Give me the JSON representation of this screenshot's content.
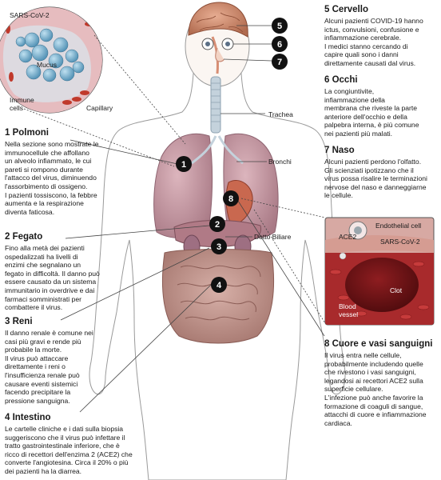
{
  "callouts": {
    "sarscov2_inset": "SARS-CoV-2",
    "mucus": "Mucus",
    "immune_cells": "Immune\ncells",
    "capillary": "Capillary",
    "trachea": "Trachea",
    "bronchi": "Bronchi",
    "dotto_biliare": "Dotto Biliare",
    "endothelial_cell": "Endothelial cell",
    "ace2": "ACE2",
    "sarscov2_vessel": "SARS-CoV-2",
    "clot": "Clot",
    "blood_vessel": "Blood\nvessel"
  },
  "markers": [
    "1",
    "2",
    "3",
    "4",
    "5",
    "6",
    "7",
    "8"
  ],
  "sections": {
    "polmoni": {
      "title": "1 Polmoni",
      "body": "Nella sezione sono mostrate le\nimmunocellule che affollano\nun alveolo infiammato, le cui\npareti si rompono durante\nl'attacco del virus, diminuendo\nl'assorbimento di ossigeno.\nI pazienti tossiscono, la febbre\naumenta e la respirazione\ndiventa faticosa."
    },
    "fegato": {
      "title": "2 Fegato",
      "body": "Fino alla metà dei pazienti\nospedalizzati ha livelli di\nenzimi che segnalano un\nfegato in difficoltà. Il danno può\nessere causato da un sistema\nimmunitario in overdrive e dai\nfarmaci somministrati per\ncombattere il virus."
    },
    "reni": {
      "title": "3 Reni",
      "body": "Il danno renale è comune nei\ncasi più gravi e rende più\nprobabile la morte.\nIl virus può attaccare\ndirettamente i reni o\nl'insufficienza renale può\ncausare eventi sistemici\nfacendo precipitare la\npressione sanguigna."
    },
    "intestino": {
      "title": "4 Intestino",
      "body": "Le cartelle cliniche e i dati sulla biopsia\nsuggeriscono che il virus può infettare il\ntratto gastrointestinale inferiore, che è\nricco di recettori dell'enzima 2 (ACE2) che\nconverte l'angiotesina. Circa il 20% o più\ndei pazienti ha la diarrea."
    },
    "cervello": {
      "title": "5 Cervello",
      "body": "Alcuni pazienti COVID-19 hanno\nictus, convulsioni, confusione e\ninfiammazione cerebrale.\nI medici stanno cercando di\ncapire quali sono i danni\ndirettamente causati dal virus."
    },
    "occhi": {
      "title": "6 Occhi",
      "body": "La congiuntivite,\ninfiammazione della\nmembrana che riveste la parte\nanteriore dell'occhio e della\npalpebra interna, è più comune\nnei pazienti più malati."
    },
    "naso": {
      "title": "7 Naso",
      "body": "Alcuni pazienti perdono l'olfatto.\nGli scienziati ipotizzano che il\nvirus possa risalire le terminazioni\nnervose del naso e danneggiarne\nle cellule."
    },
    "cuore": {
      "title": "8 Cuore e vasi sanguigni",
      "body": "Il virus entra nelle cellule,\nprobabilmente includendo quelle\nche rivestono i vasi sanguigni,\nlegandosi ai recettori ACE2 sulla\nsuperficie cellulare.\nL'infezione può anche favorire la\nformazione di coaguli di sangue,\nattacchi di cuore e infiammazione\ncardiaca."
    }
  }
}
